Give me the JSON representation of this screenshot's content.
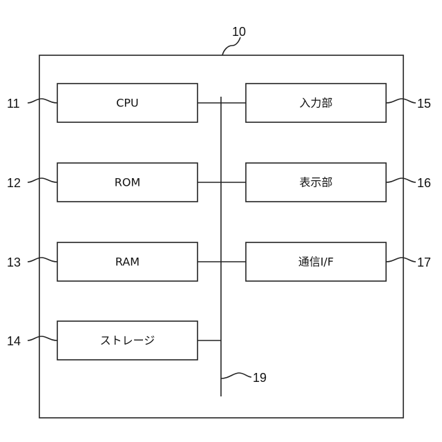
{
  "diagram": {
    "device_ref": "10",
    "bus_ref": "19",
    "blocks": [
      {
        "label": "CPU",
        "ref": "11"
      },
      {
        "label": "ROM",
        "ref": "12"
      },
      {
        "label": "RAM",
        "ref": "13"
      },
      {
        "label": "ストレージ",
        "ref": "14"
      },
      {
        "label": "入力部",
        "ref": "15"
      },
      {
        "label": "表示部",
        "ref": "16"
      },
      {
        "label": "通信I/F",
        "ref": "17"
      }
    ]
  }
}
